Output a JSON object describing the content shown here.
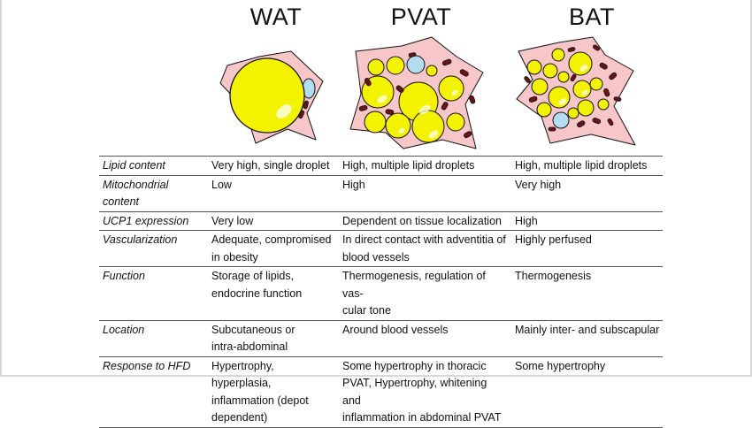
{
  "columns": [
    {
      "key": "wat",
      "title": "WAT"
    },
    {
      "key": "pvat",
      "title": "PVAT"
    },
    {
      "key": "bat",
      "title": "BAT"
    }
  ],
  "colors": {
    "cell_fill": "#f6c6c8",
    "lipid_droplet": "#f3f300",
    "mitochondria": "#6b1418",
    "nucleus": "#b4dcf0",
    "outline": "#111111"
  },
  "rows": [
    {
      "property": "Lipid content",
      "wat": "Very high, single droplet",
      "pvat": "High, multiple lipid droplets",
      "bat": "High, multiple lipid droplets"
    },
    {
      "property": "Mitochondrial content",
      "wat": "Low",
      "pvat": "High",
      "bat": "Very high"
    },
    {
      "property": "UCP1 expression",
      "wat": "Very low",
      "pvat": "Dependent on tissue localization",
      "bat": "High"
    },
    {
      "property": "Vascularization",
      "wat": "Adequate, compromised\nin obesity",
      "pvat": "In direct contact with adventitia of\nblood vessels",
      "bat": "Highly perfused"
    },
    {
      "property": "Function",
      "wat": "Storage of lipids,\nendocrine function",
      "pvat": "Thermogenesis, regulation of vas-\ncular tone",
      "bat": "Thermogenesis"
    },
    {
      "property": "Location",
      "wat": "Subcutaneous or\nintra-abdominal",
      "pvat": "Around blood vessels",
      "bat": "Mainly inter- and subscapular"
    },
    {
      "property": "Response to HFD",
      "wat": "Hypertrophy, hyperplasia,\ninflammation (depot\ndependent)",
      "pvat": "Some hypertrophy in thoracic\nPVAT, Hypertrophy, whitening and\ninflammation in abdominal PVAT",
      "bat": "Some hypertrophy"
    }
  ]
}
